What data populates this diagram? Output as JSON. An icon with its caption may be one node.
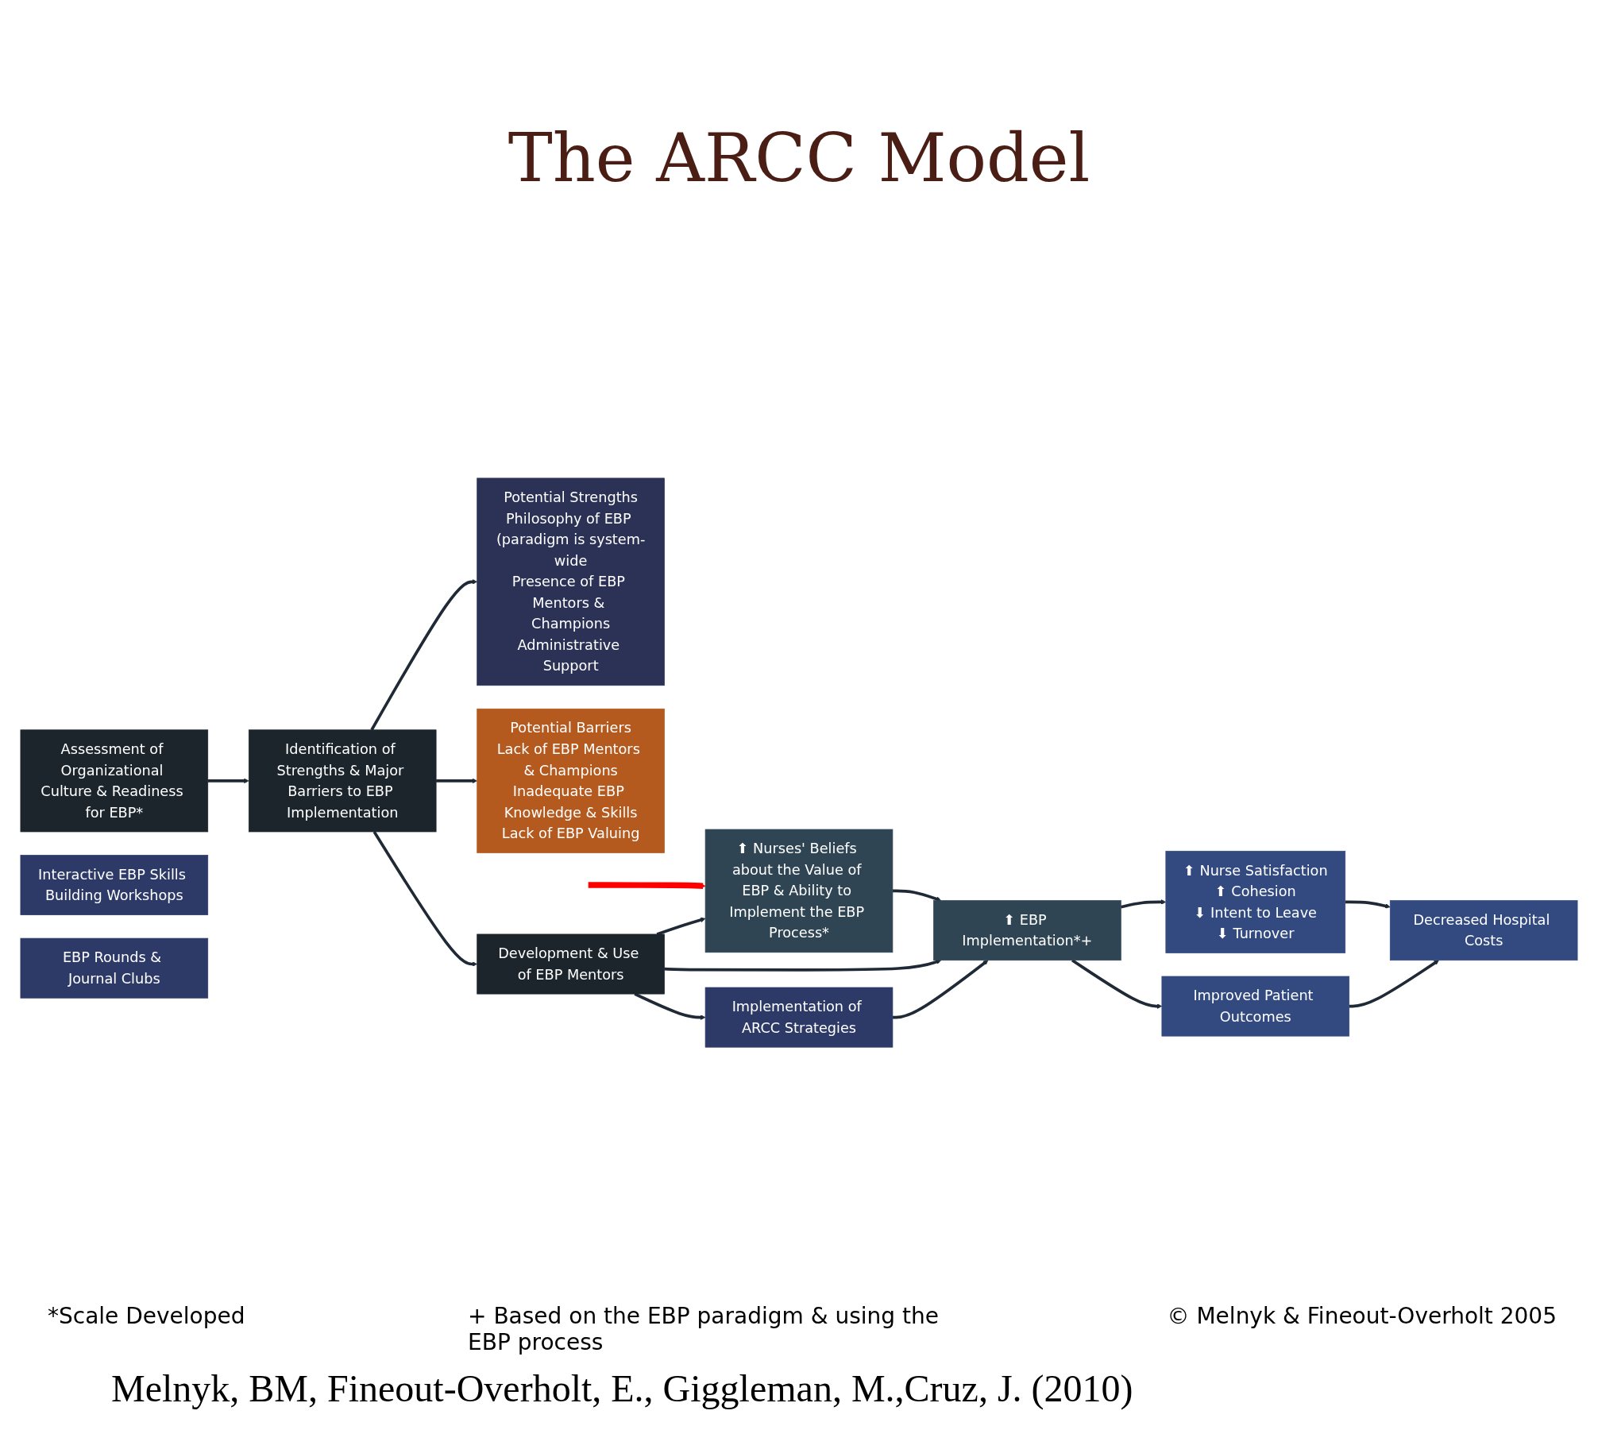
{
  "diagram": {
    "title": "The ARCC Model",
    "caption": "Melnyk, BM, Fineout-Overholt, E., Giggleman, M.,Cruz, J. (2010)",
    "nodes": [
      {
        "text": [
          "Potential Strengths",
          "Philosophy of EBP (paradigm is system-wide",
          "Presence of EBP Mentors & Champions",
          "Administrative Support"
        ]
      },
      {
        "text": [
          "Assessment of Organizational Culture & Readiness for EBP*"
        ]
      },
      {
        "text": [
          "Identification of Strengths & Major Barriers to EBP Implementation"
        ]
      },
      {
        "text": [
          "Potential Barriers",
          "Lack of EBP Mentors & Champions",
          "Inadequate EBP Knowledge & Skills",
          "Lack of EBP Valuing"
        ]
      },
      {
        "text": [
          "Development & Use of EBP Mentors"
        ]
      },
      {
        "text": [
          "⬆ Nurses' Beliefs about the Value of EBP & Ability to Implement the EBP Process*"
        ]
      },
      {
        "text": [
          "⬆ EBP Implementation*+"
        ]
      },
      {
        "text": [
          "Implementation of ARCC Strategies"
        ]
      },
      {
        "text": [
          "Interactive EBP Skills Building Workshops"
        ]
      },
      {
        "text": [
          "EBP Rounds & Journal Clubs"
        ]
      },
      {
        "text": [
          "⬆ Nurse Satisfaction",
          "⬆ Cohesion",
          "⬇ Intent to Leave",
          "⬇ Turnover"
        ]
      },
      {
        "text": [
          "Decreased Hospital Costs"
        ]
      },
      {
        "text": [
          "Improved Patient Outcomes"
        ]
      }
    ],
    "edges": [
      {
        "from": 1,
        "to": 2,
        "arrow": "to"
      },
      {
        "from": 2,
        "to": 0,
        "arrow": "to"
      },
      {
        "from": 2,
        "to": 3,
        "arrow": "to"
      },
      {
        "from": 2,
        "to": 4,
        "arrow": "to"
      },
      {
        "from": 4,
        "to": 5,
        "arrow": "to"
      },
      {
        "from": 4,
        "to": 6,
        "arrow": "to"
      },
      {
        "from": 4,
        "to": 7,
        "arrow": "to"
      },
      {
        "from": 5,
        "to": 6,
        "arrow": "to"
      },
      {
        "from": 7,
        "to": 6,
        "arrow": "to"
      },
      {
        "from": 6,
        "to": 10,
        "arrow": "to"
      },
      {
        "from": 6,
        "to": 12,
        "arrow": "to"
      },
      {
        "from": 10,
        "to": 11,
        "arrow": "to"
      },
      {
        "from": 12,
        "to": 11,
        "arrow": "to"
      },
      {
        "from": null,
        "to": 5,
        "arrow": "to",
        "style": "thick",
        "color": "#ff0000"
      }
    ],
    "labels": [
      "*Scale Developed",
      "+ Based on the EBP paradigm & using the EBP process",
      "© Melnyk & Fineout-Overholt 2005"
    ]
  }
}
